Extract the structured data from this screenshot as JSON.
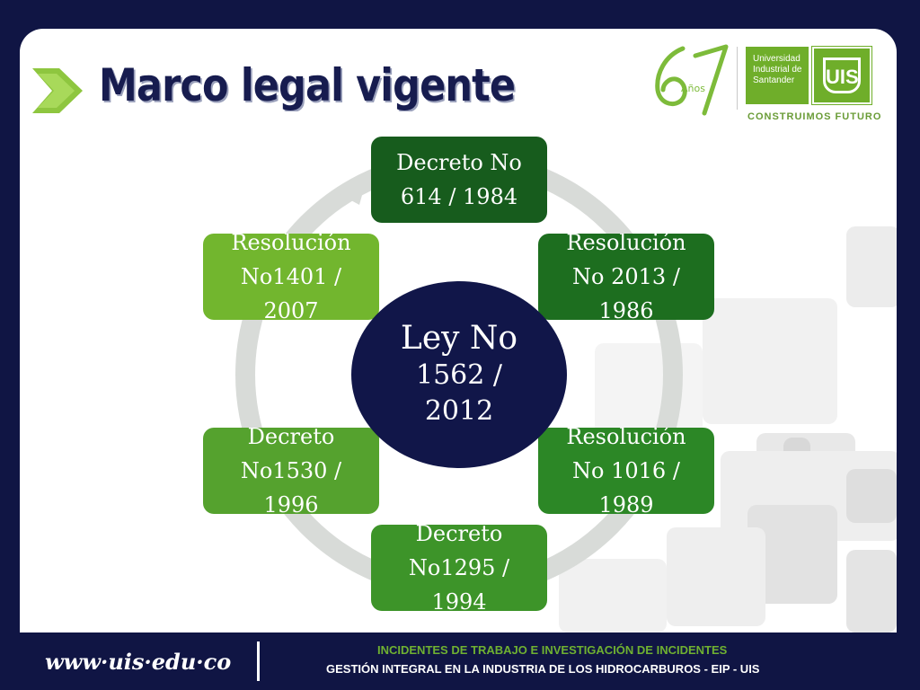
{
  "title": "Marco legal vigente",
  "logo": {
    "anniversary_number": "67",
    "anniversary_word": "Años",
    "university_name": [
      "Universidad",
      "Industrial de",
      "Santander"
    ],
    "mark": "UIS",
    "tagline": "CONSTRUIMOS FUTURO"
  },
  "diagram": {
    "center": {
      "line1": "Ley No",
      "line2": "1562 /",
      "line3": "2012"
    },
    "nodes": [
      {
        "text": "Decreto No\n614 / 1984",
        "color": "#175c1d"
      },
      {
        "text": "Resolución\nNo 2013 /\n1986",
        "color": "#1d6e1f"
      },
      {
        "text": "Resolución\nNo 1016 /\n1989",
        "color": "#2c8726"
      },
      {
        "text": "Decreto\nNo1295 /\n1994",
        "color": "#3d9429"
      },
      {
        "text": "Decreto\nNo1530 /\n1996",
        "color": "#55a22e"
      },
      {
        "text": "Resolución\nNo1401 /\n2007",
        "color": "#72b62e"
      }
    ]
  },
  "footer": {
    "url": "www·uis·edu·co",
    "line1": "INCIDENTES DE TRABAJO E INVESTIGACIÓN DE INCIDENTES",
    "line2": "GESTIÓN INTEGRAL EN LA INDUSTRIA DE LOS HIDROCARBUROS  -  EIP -  UIS"
  }
}
